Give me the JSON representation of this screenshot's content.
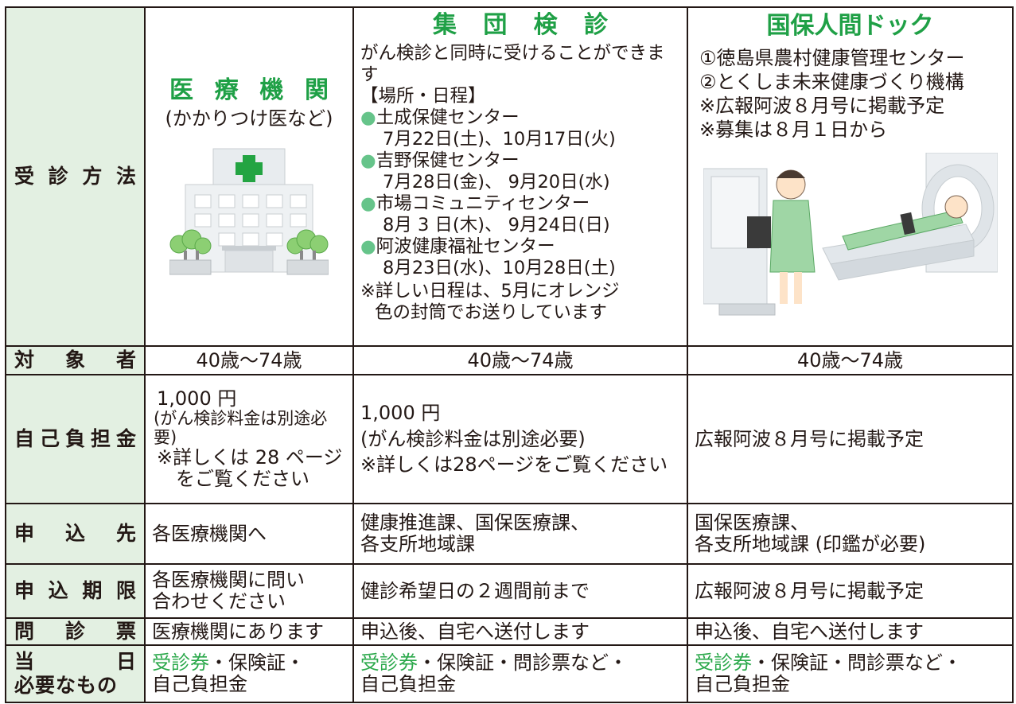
{
  "rows": {
    "method": {
      "label": "受診方法",
      "clinic": {
        "title": "医療機関",
        "subtitle": "(かかりつけ医など)"
      },
      "group": {
        "title": "集団検診",
        "lines": [
          "がん検診と同時に受けることができます",
          "【場所・日程】"
        ],
        "sites": [
          {
            "name": "土成保健センター",
            "dates": "7月22日(土)、10月17日(火)"
          },
          {
            "name": "吉野保健センター",
            "dates": "7月28日(金)、 9月20日(水)"
          },
          {
            "name": "市場コミュニティセンター",
            "dates": "8月 3 日(木)、 9月24日(日)"
          },
          {
            "name": "阿波健康福祉センター",
            "dates": "8月23日(水)、10月28日(土)"
          }
        ],
        "note1": "※詳しい日程は、5月にオレンジ",
        "note2": "色の封筒でお送りしています"
      },
      "dock": {
        "title": "国保人間ドック",
        "lines": [
          "①徳島県農村健康管理センター",
          "②とくしま未来健康づくり機構",
          "※広報阿波８月号に掲載予定",
          "※募集は８月１日から"
        ]
      }
    },
    "target": {
      "label": "対象者",
      "clinic": "40歳〜74歳",
      "group": "40歳〜74歳",
      "dock": "40歳〜74歳"
    },
    "cost": {
      "label": "自己負担金",
      "clinic": [
        "1,000 円",
        "(がん検診料金は別途必要)",
        "※詳しくは 28 ページ",
        "をご覧ください"
      ],
      "group": [
        "1,000 円",
        "(がん検診料金は別途必要)",
        "※詳しくは28ページをご覧ください"
      ],
      "dock": "広報阿波８月号に掲載予定"
    },
    "apply_to": {
      "label": "申込先",
      "clinic": "各医療機関へ",
      "group": [
        "健康推進課、国保医療課、",
        "各支所地域課"
      ],
      "dock": [
        "国保医療課、",
        "各支所地域課 (印鑑が必要)"
      ]
    },
    "deadline": {
      "label": "申込期限",
      "clinic": [
        "各医療機関に問い",
        "合わせください"
      ],
      "group": "健診希望日の２週間前まで",
      "dock": "広報阿波８月号に掲載予定"
    },
    "form": {
      "label": "問診票",
      "clinic": "医療機関にあります",
      "group": "申込後、自宅へ送付します",
      "dock": "申込後、自宅へ送付します"
    },
    "items": {
      "label_top": "当日",
      "label_bottom": "必要なもの",
      "clinic": {
        "green": "受診券",
        "rest": "・保険証・",
        "line2": "自己負担金"
      },
      "group": {
        "green": "受診券",
        "rest": "・保険証・問診票など・",
        "line2": "自己負担金"
      },
      "dock": {
        "green": "受診券",
        "rest": "・保険証・問診票など・",
        "line2": "自己負担金"
      }
    }
  },
  "colors": {
    "header_bg": "#e3f0e2",
    "accent_green": "#1fa046",
    "bullet": "#66c48a"
  },
  "icons": [
    "hospital-building-illustration",
    "ct-scanner-illustration"
  ]
}
